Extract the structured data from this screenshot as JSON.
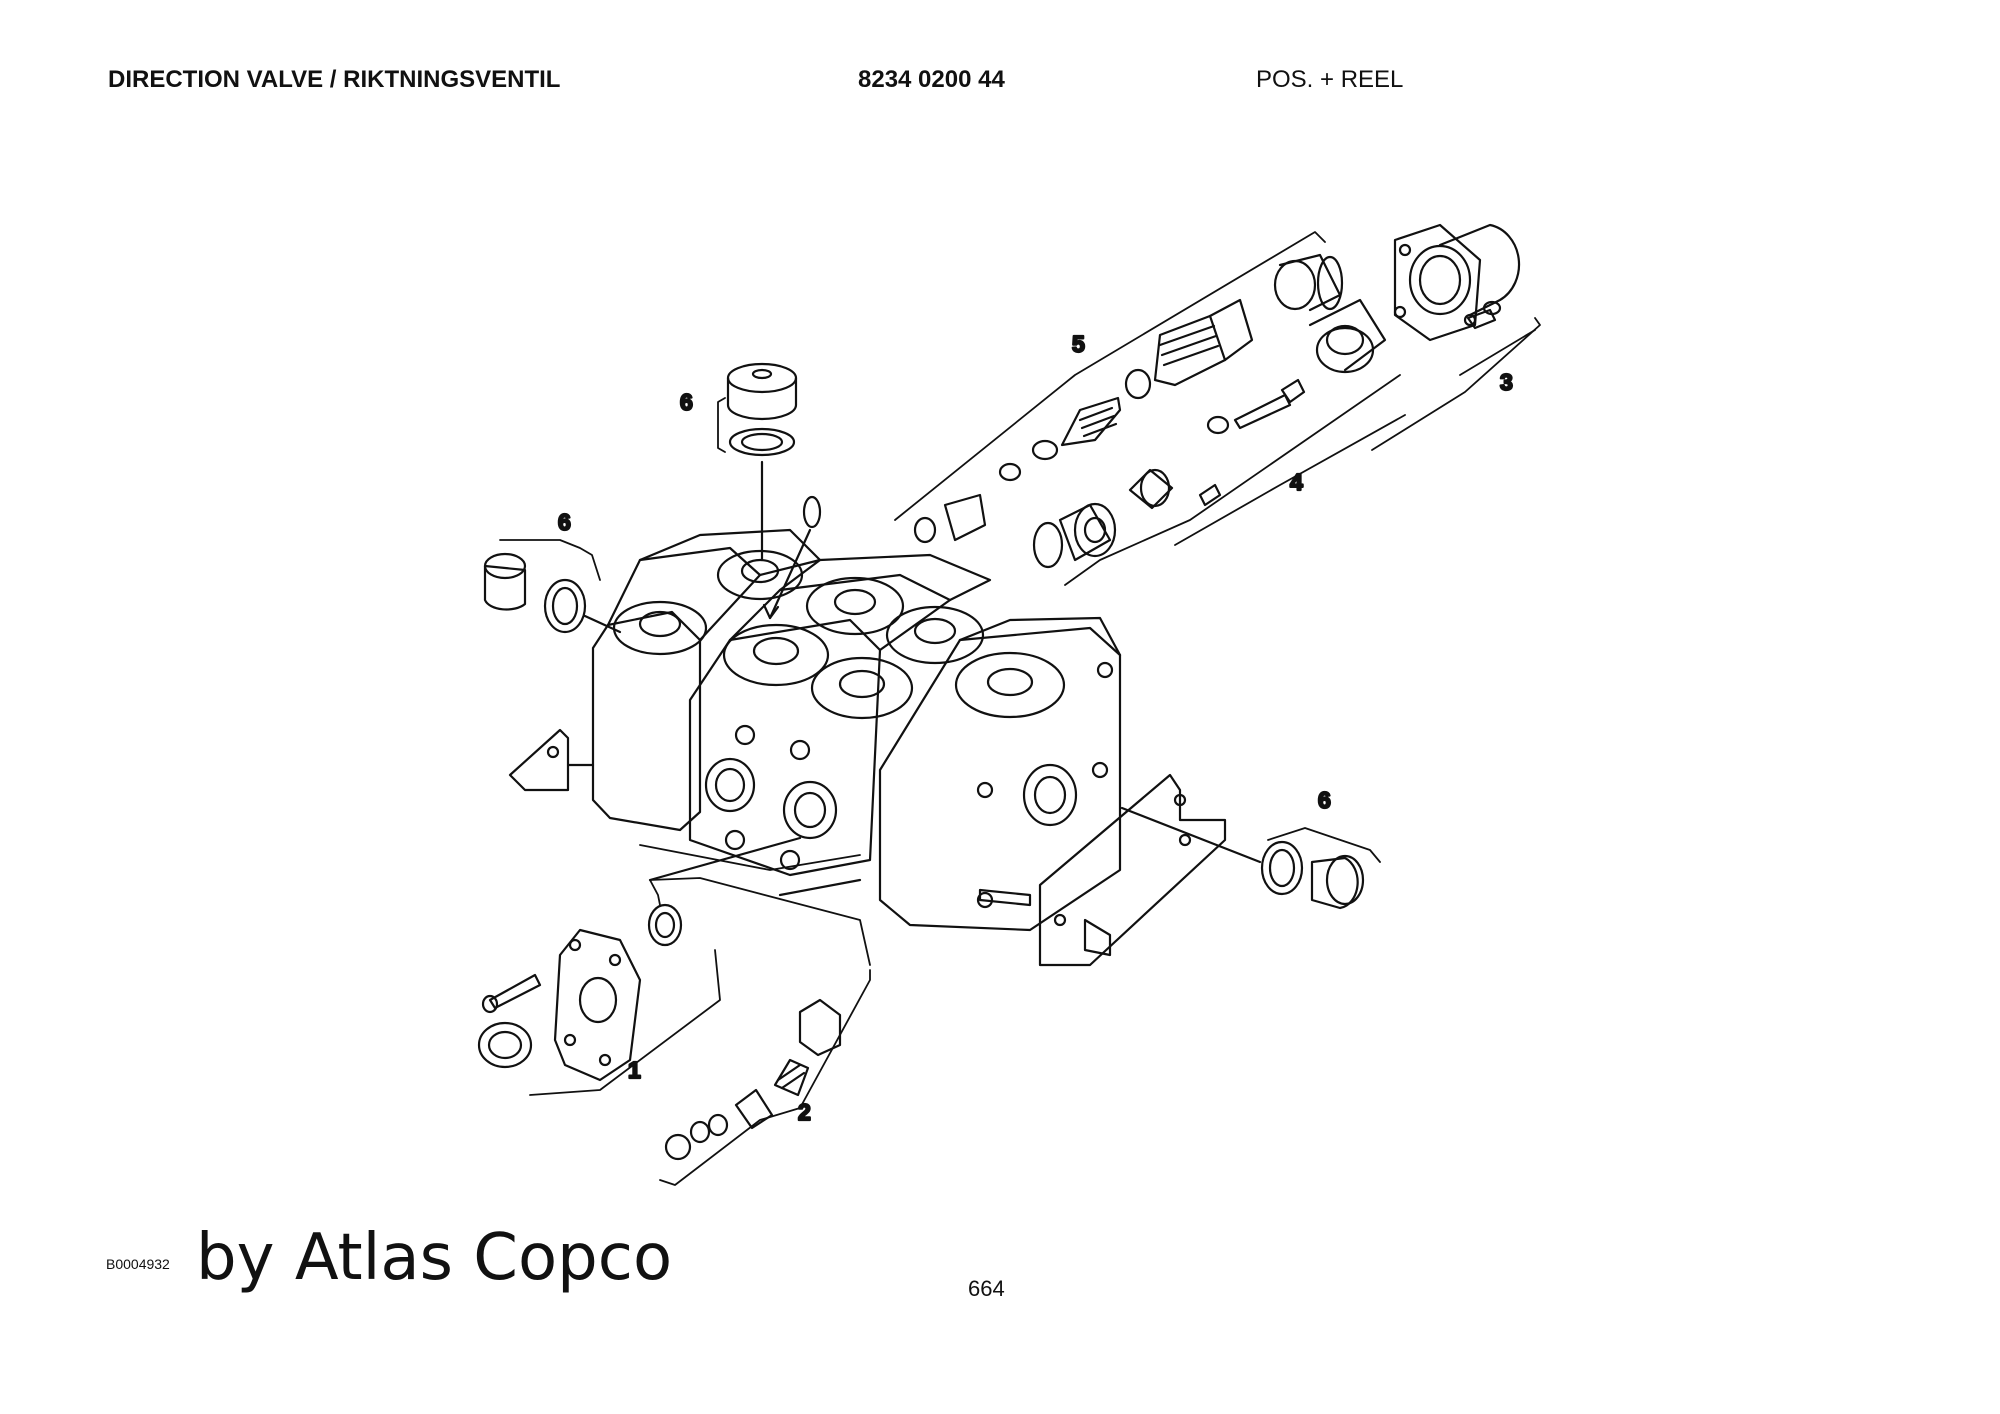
{
  "header": {
    "title": "DIRECTION VALVE / RIKTNINGSVENTIL",
    "part_number": "8234 0200 44",
    "subtitle": "POS. + REEL"
  },
  "callouts": [
    "1",
    "2",
    "3",
    "4",
    "5",
    "6",
    "6",
    "6"
  ],
  "footer": {
    "drawing_code": "B0004932",
    "brand": "by Atlas Copco",
    "page_number": "664"
  }
}
